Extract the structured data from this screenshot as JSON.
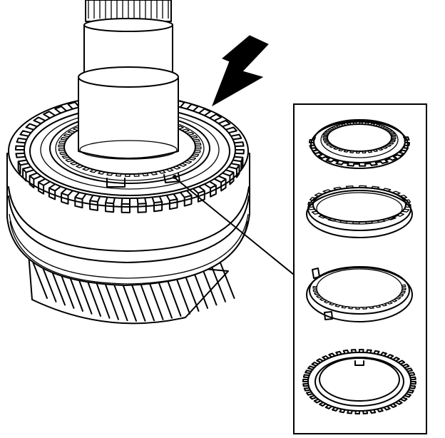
{
  "figure": {
    "kind": "technical-line-drawing",
    "line_color": "#000000",
    "background_color": "#ffffff",
    "icons": [
      "assembly-direction-arrow-icon",
      "callout-leader-line"
    ],
    "detail_parts": [
      "synchronizer-inner-ring",
      "synchronizer-cone",
      "synchronizer-outer-ring",
      "synchronizer-clutch-ring"
    ]
  }
}
